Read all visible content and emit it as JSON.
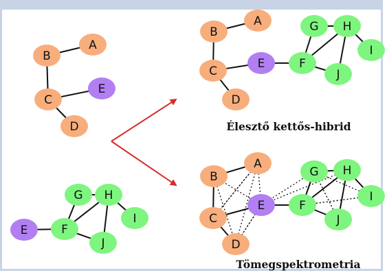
{
  "colors": {
    "node_default": "#f7ae7c",
    "node_green": "#7ef57e",
    "node_purple": "#b17ff2",
    "edge": "#111111",
    "arrow": "#d92b2b",
    "frame": "#c8d3e6"
  },
  "captions": {
    "yeast_two_hybrid": "Élesztő kettős-hibrid",
    "mass_spectrometry": "Tömegspektrometria"
  },
  "graphs": [
    {
      "id": "input-orange",
      "nodes": [
        "A",
        "B",
        "C",
        "D",
        "E"
      ],
      "solid_edges": [
        [
          "B",
          "A"
        ],
        [
          "B",
          "C"
        ],
        [
          "C",
          "E"
        ],
        [
          "C",
          "D"
        ]
      ],
      "dotted_edges": []
    },
    {
      "id": "input-green",
      "nodes": [
        "E",
        "F",
        "G",
        "H",
        "I",
        "J"
      ],
      "solid_edges": [
        [
          "E",
          "F"
        ],
        [
          "F",
          "G"
        ],
        [
          "F",
          "H"
        ],
        [
          "G",
          "H"
        ],
        [
          "H",
          "I"
        ],
        [
          "H",
          "J"
        ],
        [
          "F",
          "J"
        ]
      ],
      "dotted_edges": []
    },
    {
      "id": "result-yeast-two-hybrid",
      "nodes": [
        "A",
        "B",
        "C",
        "D",
        "E",
        "F",
        "G",
        "H",
        "I",
        "J"
      ],
      "solid_edges": [
        [
          "B",
          "A"
        ],
        [
          "B",
          "C"
        ],
        [
          "C",
          "E"
        ],
        [
          "C",
          "D"
        ],
        [
          "E",
          "F"
        ],
        [
          "F",
          "G"
        ],
        [
          "F",
          "H"
        ],
        [
          "G",
          "H"
        ],
        [
          "H",
          "I"
        ],
        [
          "H",
          "J"
        ],
        [
          "F",
          "J"
        ]
      ],
      "dotted_edges": []
    },
    {
      "id": "result-mass-spectrometry",
      "nodes": [
        "A",
        "B",
        "C",
        "D",
        "E",
        "F",
        "G",
        "H",
        "I",
        "J"
      ],
      "solid_edges": [
        [
          "B",
          "A"
        ],
        [
          "B",
          "C"
        ],
        [
          "C",
          "E"
        ],
        [
          "C",
          "D"
        ],
        [
          "E",
          "F"
        ],
        [
          "F",
          "G"
        ],
        [
          "F",
          "H"
        ],
        [
          "G",
          "H"
        ],
        [
          "H",
          "I"
        ],
        [
          "H",
          "J"
        ],
        [
          "F",
          "J"
        ]
      ],
      "dotted_edges": [
        [
          "B",
          "E"
        ],
        [
          "B",
          "D"
        ],
        [
          "A",
          "E"
        ],
        [
          "A",
          "C"
        ],
        [
          "A",
          "D"
        ],
        [
          "C",
          "A"
        ],
        [
          "D",
          "E"
        ],
        [
          "E",
          "D"
        ],
        [
          "G",
          "I"
        ],
        [
          "G",
          "J"
        ],
        [
          "F",
          "I"
        ],
        [
          "E",
          "G"
        ],
        [
          "E",
          "H"
        ],
        [
          "G",
          "J"
        ],
        [
          "H",
          "F"
        ],
        [
          "F",
          "I"
        ]
      ]
    }
  ]
}
